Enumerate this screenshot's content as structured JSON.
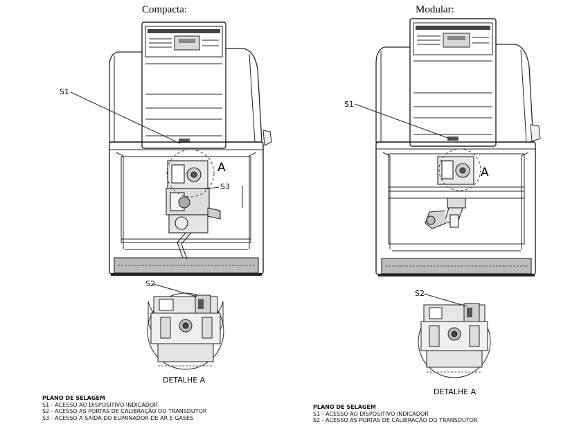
{
  "left": {
    "caption": "Compacta:",
    "labels": {
      "s1": "S1",
      "a": "A",
      "s3": "S3",
      "s2": "S2",
      "detail": "DETALHE A"
    },
    "legend": {
      "title": "PLANO DE SELAGEM",
      "items": [
        "S1 - ACESSO AO DISPOSITIVO INDICADOR",
        "S2 - ACESSO AS PORTAS DE CALIBRAÇÃO DO TRANSDUTOR",
        "S3 - ACESSO A SAÍDA DO ELIMINADOR DE AR E GASES"
      ]
    }
  },
  "right": {
    "caption": "Modular:",
    "labels": {
      "s1": "S1",
      "a": "A",
      "s2": "S2",
      "detail": "DETALHE A"
    },
    "legend": {
      "title": "PLANO DE SELAGEM",
      "items": [
        "S1 - ACESSO AO DISPOSITIVO INDICADOR",
        "S2 - ACESSO AS PORTAS DE CALIBRAÇÃO DO TRANSDUTOR"
      ]
    }
  }
}
